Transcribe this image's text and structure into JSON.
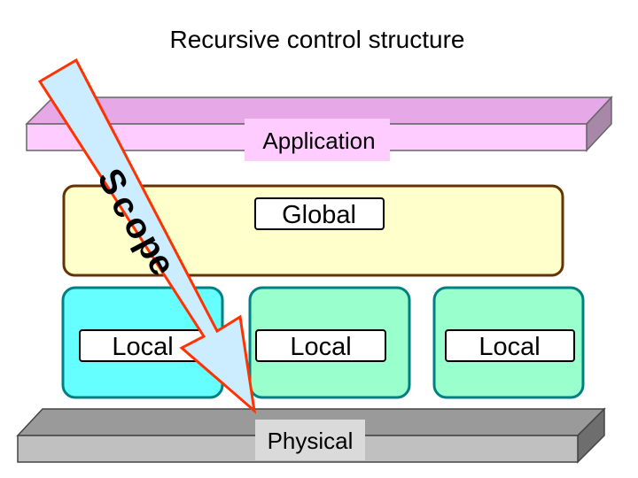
{
  "title": "Recursive control structure",
  "layers": {
    "application": {
      "label": "Application",
      "color": "#FFCCFF"
    },
    "global": {
      "label": "Global",
      "color": "#FFFFCC"
    },
    "local_1": {
      "label": "Local",
      "color": "#66FFFF"
    },
    "local_2": {
      "label": "Local",
      "color": "#99FFCC"
    },
    "local_3": {
      "label": "Local",
      "color": "#99FFCC"
    },
    "physical": {
      "label": "Physical",
      "color": "#C0C0C0"
    }
  },
  "scope_arrow": {
    "letters": [
      "S",
      "c",
      "o",
      "p",
      "e"
    ],
    "fill": "#CCECFF",
    "stroke": "#FF3300"
  }
}
